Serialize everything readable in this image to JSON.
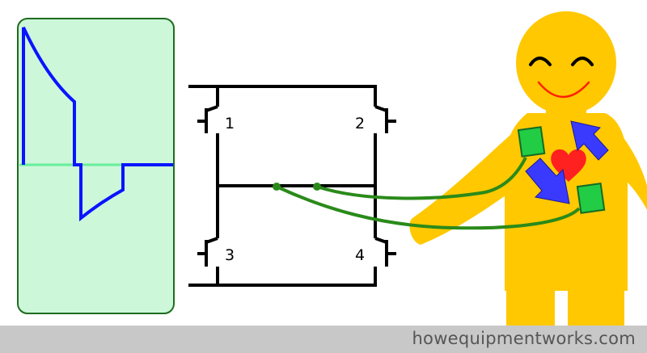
{
  "switches": [
    {
      "label": "1"
    },
    {
      "label": "2"
    },
    {
      "label": "3"
    },
    {
      "label": "4"
    }
  ],
  "footer": {
    "site": "howequipmentworks.com"
  },
  "colors": {
    "monitor_bg": "#ccf7d9",
    "monitor_border": "#1f6b1f",
    "waveform": "#0a14ff",
    "baseline": "#66ee99",
    "circuit": "#000000",
    "lead_wire": "#2a8a1a",
    "electrode_pad": "#22cc44",
    "body": "#ffc800",
    "heart": "#ff2020",
    "current_arrow": "#3a3aff",
    "smile": "#ff2000",
    "footer_bg": "#c8c8c8",
    "footer_text": "#555555"
  },
  "icons": {
    "heart": "heart-icon",
    "arrows": "current-flow-arrow-icon",
    "face": "smiling-face-icon"
  }
}
